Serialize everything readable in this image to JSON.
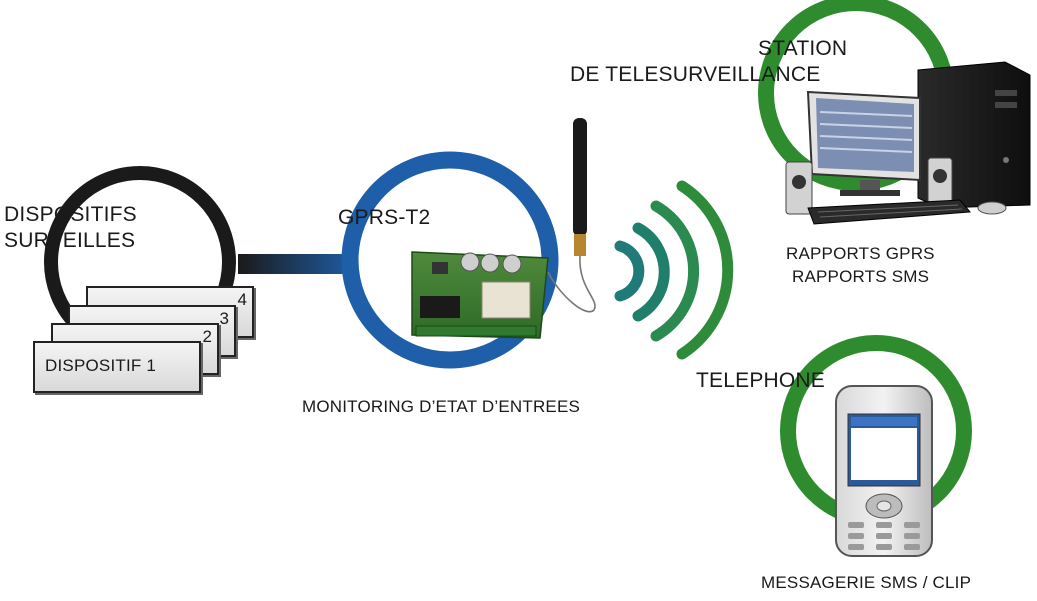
{
  "devices": {
    "title_line1": "DISPOSITIFS",
    "title_line2": "SURVEILLES",
    "cards": [
      "DISPOSITIF 1",
      "2",
      "3",
      "4"
    ]
  },
  "module": {
    "name": "GPRS-T2",
    "caption": "MONITORING D’ETAT D’ENTREES"
  },
  "station": {
    "title_line1": "STATION",
    "title_line2": "DE TELESURVEILLANCE",
    "report_line1": "RAPPORTS GPRS",
    "report_line2": "RAPPORTS SMS"
  },
  "phone": {
    "title": "TELEPHONE",
    "caption": "MESSAGERIE SMS / CLIP"
  },
  "colors": {
    "devices_ring": "#1a1a1a",
    "module_ring": "#1f5ea8",
    "station_ring": "#2e8b2e",
    "phone_ring": "#2e8b2e",
    "signal_waves": [
      "#1f7a78",
      "#1f7f6a",
      "#2a8a50",
      "#2e8b3a"
    ]
  }
}
